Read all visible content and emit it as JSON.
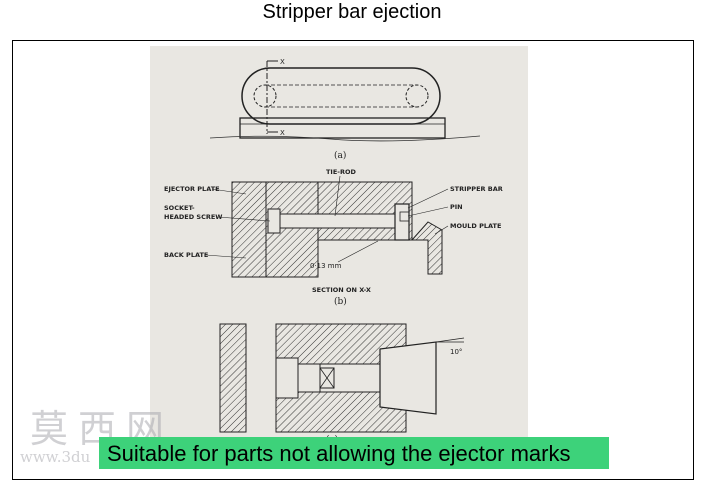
{
  "title": "Stripper bar ejection",
  "caption": "Suitable for parts not allowing the ejector marks",
  "watermark": {
    "chars": "莫西网",
    "url": "www.3du"
  },
  "diagram": {
    "axis_label_top": "X",
    "axis_label_bottom": "X",
    "sub_a": "(a)",
    "sub_b": "(b)",
    "sub_c": "(c)",
    "section_label": "SECTION ON X-X",
    "labels": {
      "ejector_plate": "EJECTOR PLATE",
      "tie_rod": "TIE-ROD",
      "stripper_bar": "STRIPPER BAR",
      "socket_headed_screw_1": "SOCKET-",
      "socket_headed_screw_2": "HEADED SCREW",
      "pin": "PIN",
      "mould_plate": "MOULD PLATE",
      "back_plate": "BACK PLATE",
      "clearance": "0·13 mm",
      "angle": "10°"
    }
  }
}
